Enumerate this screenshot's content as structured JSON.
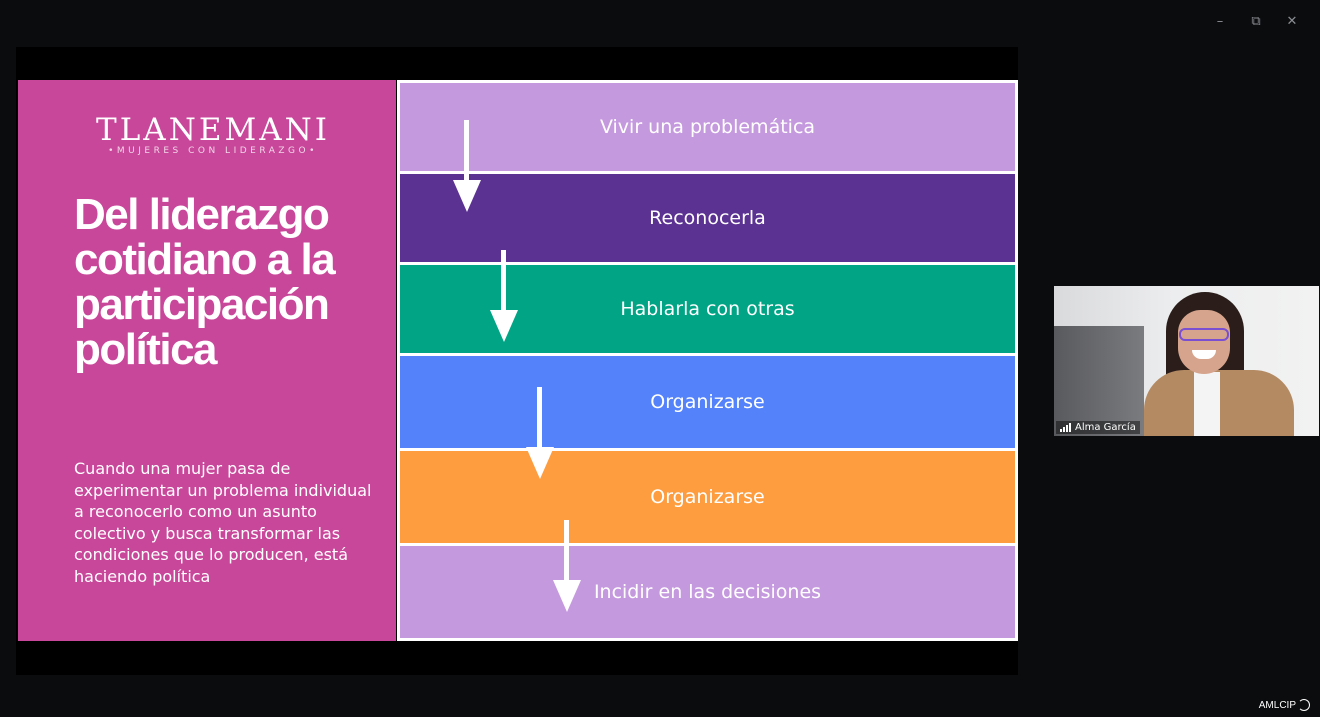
{
  "window_controls": {
    "minimize": "–",
    "restore": "⧉",
    "close": "✕"
  },
  "slide": {
    "brand_name": "TLANEMANI",
    "brand_tagline": "•MUJERES CON LIDERAZGO•",
    "title": "Del liderazgo cotidiano a la participación política",
    "description": "Cuando una mujer pasa de experimentar un problema individual a reconocerlo como un asunto colectivo y busca transformar las condiciones que lo producen, está haciendo política",
    "left_color": "#c9479a",
    "steps": [
      {
        "label": "Vivir una problemática",
        "color": "#c599de"
      },
      {
        "label": "Reconocerla",
        "color": "#5b3192"
      },
      {
        "label": "Hablarla con otras",
        "color": "#01a585"
      },
      {
        "label": "Organizarse",
        "color": "#5482fb"
      },
      {
        "label": "Organizarse",
        "color": "#fe9d40"
      },
      {
        "label": "Incidir en las decisiones",
        "color": "#c599de"
      }
    ]
  },
  "participant": {
    "name": "Alma García"
  },
  "watermark": "AMLCIP"
}
